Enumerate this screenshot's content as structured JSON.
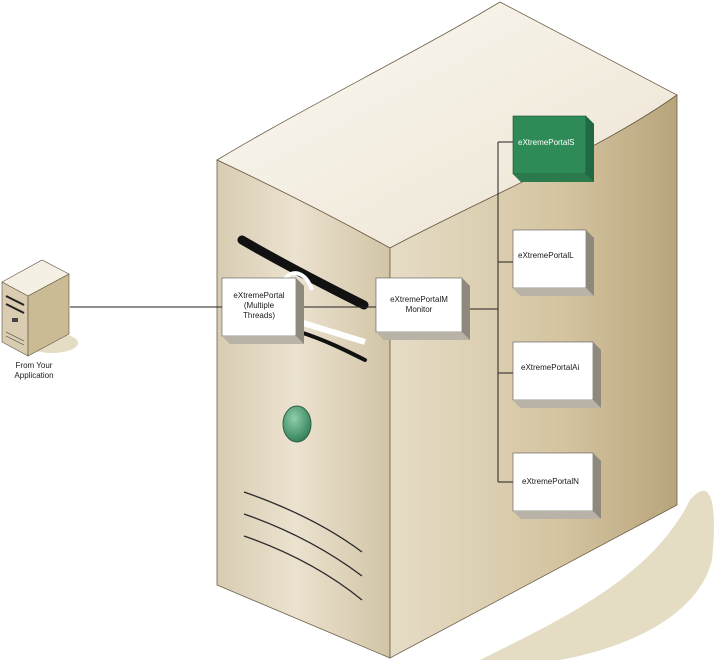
{
  "client": {
    "caption_line1": "From Your",
    "caption_line2": "Application"
  },
  "boxes": {
    "portal": {
      "line1": "eXtremePortal",
      "line2": "(Multiple",
      "line3": "Threads)"
    },
    "monitor": {
      "line1": "eXtremePortalM",
      "line2": "Monitor"
    },
    "s": {
      "label": "eXtremePortalS",
      "fill": "#2e8b57"
    },
    "l": {
      "label": "eXtremePortalL"
    },
    "ai": {
      "label": "eXtremePortalAi"
    },
    "n": {
      "label": "eXtremePortalN"
    }
  },
  "colors": {
    "server_front": "#e3d8c2",
    "server_side": "#cfbf9a",
    "server_top": "#f2ede2",
    "shadow": "#e2d9bf",
    "box_face": "#ffffff",
    "accent_green": "#2e8b57",
    "power_button": "#5aa47e"
  }
}
